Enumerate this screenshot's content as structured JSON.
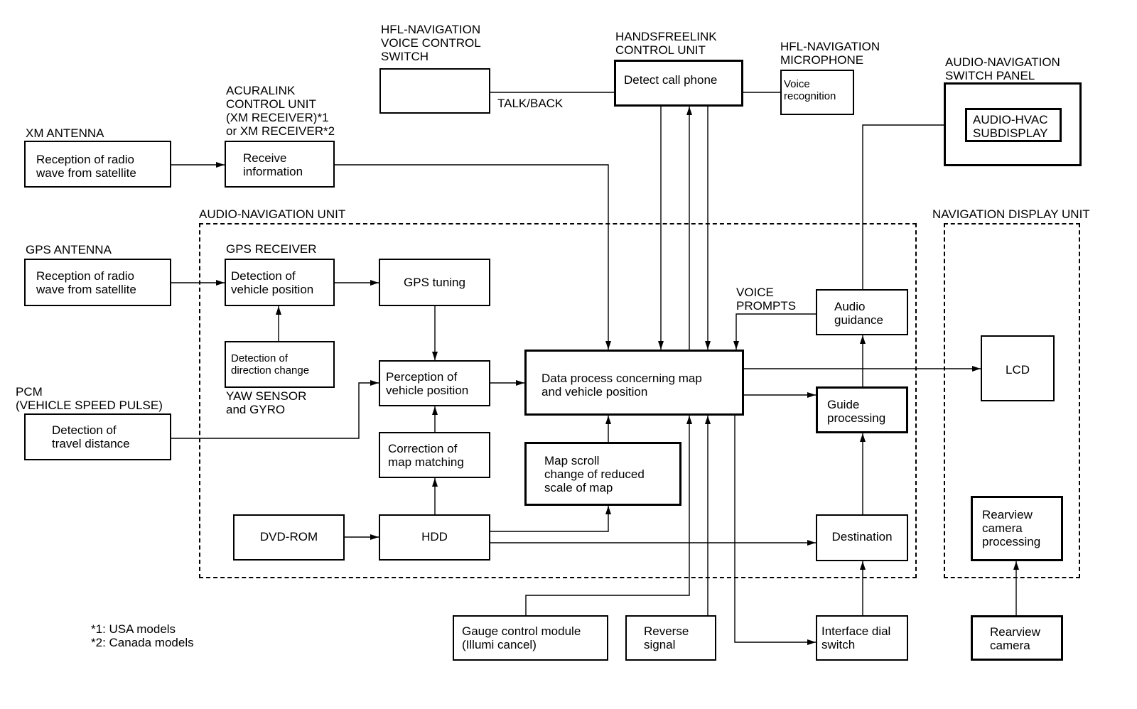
{
  "labels": {
    "hfl_switch": "HFL-NAVIGATION\nVOICE CONTROL\nSWITCH",
    "handsfreelink": "HANDSFREELINK\nCONTROL UNIT",
    "hfl_mic": "HFL-NAVIGATION\nMICROPHONE",
    "audio_nav_switch_panel": "AUDIO-NAVIGATION\nSWITCH PANEL",
    "acuralink": "ACURALINK\nCONTROL UNIT\n(XM RECEIVER)*1\nor XM RECEIVER*2",
    "xm_antenna": "XM ANTENNA",
    "talk_back": "TALK/BACK",
    "audio_nav_unit": "AUDIO-NAVIGATION UNIT",
    "nav_display_unit": "NAVIGATION DISPLAY UNIT",
    "gps_antenna": "GPS ANTENNA",
    "gps_receiver": "GPS RECEIVER",
    "voice_prompts": "VOICE\nPROMPTS",
    "yaw_sensor": "YAW SENSOR\nand GYRO",
    "pcm": "PCM\n(VEHICLE SPEED PULSE)",
    "footnote_1": "*1: USA models",
    "footnote_2": "*2: Canada models"
  },
  "boxes": {
    "hfl_switch_box": "",
    "detect_call_phone": "Detect call phone",
    "voice_recognition": "Voice\nrecognition",
    "audio_hvac_subdisplay": "AUDIO-HVAC\nSUBDISPLAY",
    "xm_reception": "Reception of radio\nwave from satellite",
    "receive_information": "Receive\ninformation",
    "gps_reception": "Reception of radio\nwave from satellite",
    "detection_vehicle_position": "Detection of\nvehicle position",
    "gps_tuning": "GPS tuning",
    "audio_guidance": "Audio\nguidance",
    "detection_direction_change": "Detection of\ndirection change",
    "perception_vehicle_position": "Perception of\nvehicle position",
    "data_process": "Data process concerning map\nand vehicle position",
    "lcd": "LCD",
    "guide_processing": "Guide\nprocessing",
    "detection_travel_distance": "Detection of\ntravel distance",
    "correction_map_matching": "Correction of\nmap matching",
    "map_scroll": "Map scroll\nchange of reduced\nscale of map",
    "dvd_rom": "DVD-ROM",
    "hdd": "HDD",
    "destination": "Destination",
    "rearview_camera_processing": "Rearview\ncamera\nprocessing",
    "gauge_control_module": "Gauge control module\n(Illumi cancel)",
    "reverse_signal": "Reverse\nsignal",
    "interface_dial_switch": "Interface dial\nswitch",
    "rearview_camera": "Rearview\ncamera"
  }
}
